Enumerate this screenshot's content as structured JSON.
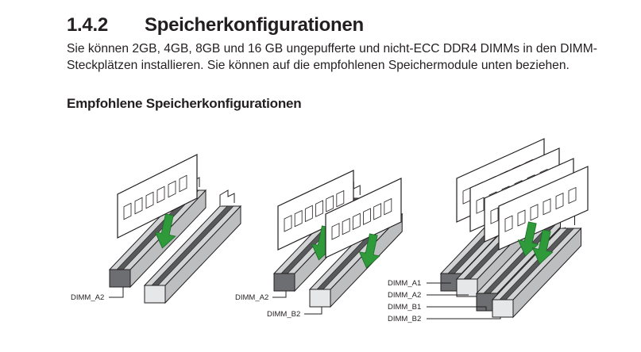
{
  "section": {
    "number": "1.4.2",
    "title": "Speicherkonfigurationen"
  },
  "paragraph": "Sie können 2GB, 4GB, 8GB und 16 GB ungepufferte und nicht-ECC DDR4 DIMMs in den DIMM-Steckplätzen installieren. Sie können auf die empfohlenen Speichermodule unten beziehen.",
  "subheading": "Empfohlene Speicherkonfigurationen",
  "diagrams": [
    {
      "labels": [
        "DIMM_A2"
      ]
    },
    {
      "labels": [
        "DIMM_A2",
        "DIMM_B2"
      ]
    },
    {
      "labels": [
        "DIMM_A1",
        "DIMM_A2",
        "DIMM_B1",
        "DIMM_B2"
      ]
    }
  ],
  "colors": {
    "arrow": "#2e9a3a",
    "slot_dark": "#6d6e71",
    "slot_light": "#e6e7e8"
  }
}
